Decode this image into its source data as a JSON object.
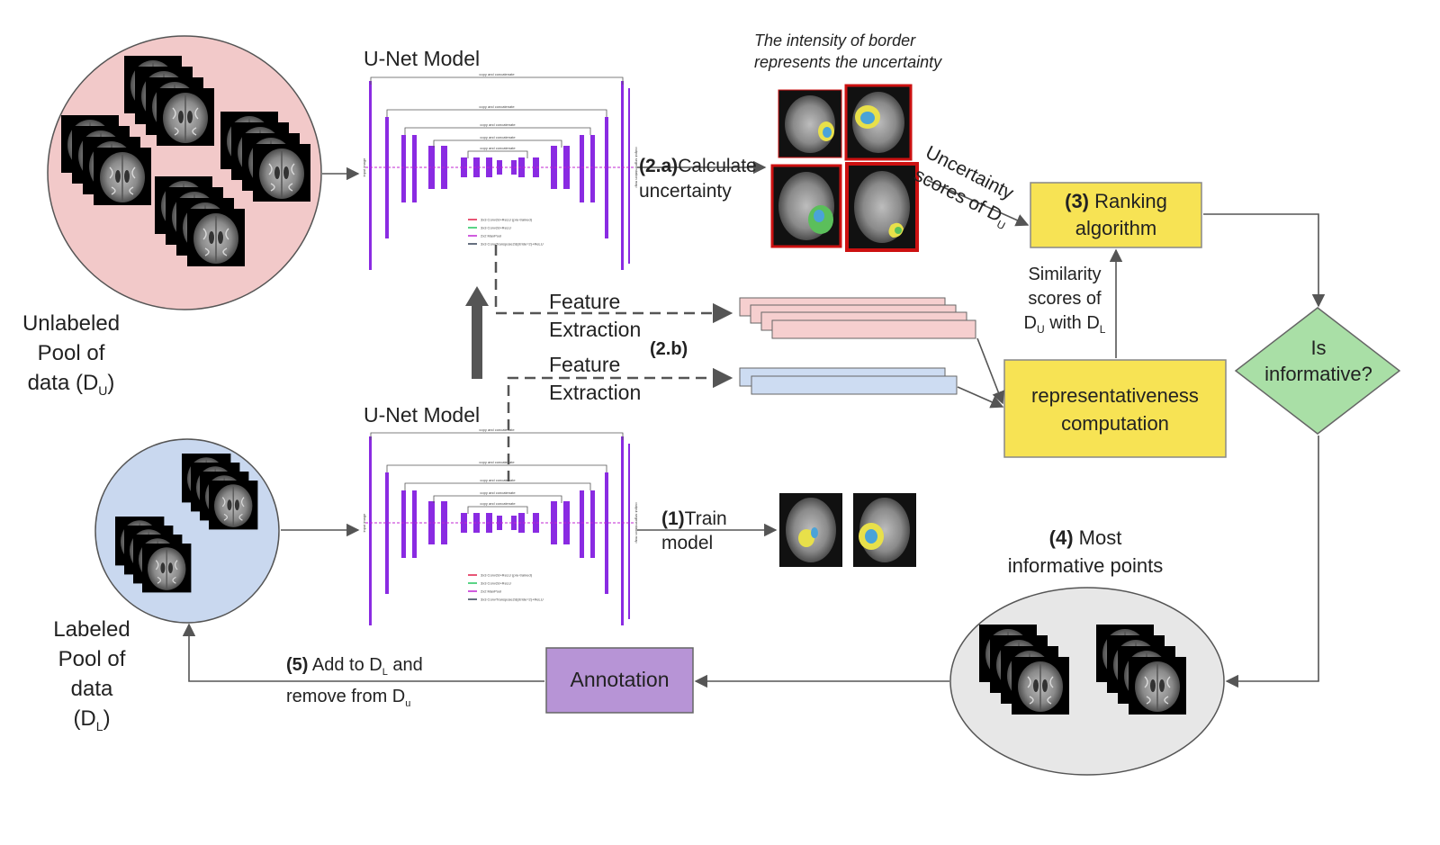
{
  "colors": {
    "unlabeled_pool": "#f2c9c9",
    "labeled_pool": "#c9d8ef",
    "selected_pool": "#e7e7e7",
    "yellow_box": "#f7e354",
    "annotation_box": "#b794d6",
    "diamond": "#a9dfa6",
    "unet_bar": "#8a2be2",
    "uncertainty_border": "#cc1111",
    "feature_pink": "#f6cfcf",
    "feature_blue": "#cddcf2"
  },
  "unet_top": {
    "title": "U-Net Model"
  },
  "unet_bottom": {
    "title": "U-Net Model"
  },
  "unlabeled_pool": {
    "l1": "Unlabeled",
    "l2": "Pool of",
    "l3": "data (D",
    "sub": "U",
    "close": ")"
  },
  "labeled_pool": {
    "l1": "Labeled",
    "l2": "Pool of",
    "l3": "data",
    "l4": "(D",
    "sub": "L",
    "close": ")"
  },
  "border_note": {
    "l1": "The intensity of border",
    "l2": "represents the uncertainty"
  },
  "step_2a": {
    "num": "(2.a)",
    "text": "Calculate",
    "text2": "uncertainty"
  },
  "step_2b": {
    "num": "(2.b)"
  },
  "feature_top": {
    "l1": "Feature",
    "l2": "Extraction"
  },
  "feature_bottom": {
    "l1": "Feature",
    "l2": "Extraction"
  },
  "uncertainty_scores": {
    "l1": "Uncertainty",
    "l2": "scores of D",
    "sub": "U"
  },
  "ranking": {
    "num": "(3)",
    "l1": "Ranking",
    "l2": "algorithm"
  },
  "similarity": {
    "l1": "Similarity",
    "l2": "scores of",
    "l3a": "D",
    "sub1": "U",
    "l3b": " with D",
    "sub2": "L"
  },
  "representativeness": {
    "l1": "representativeness",
    "l2": "computation"
  },
  "decision": {
    "l1": "Is",
    "l2": "informative?"
  },
  "step_1": {
    "num": "(1)",
    "text": "Train",
    "text2": "model"
  },
  "step_4": {
    "num": "(4)",
    "text": "Most",
    "text2": "informative points"
  },
  "annotation": {
    "label": "Annotation"
  },
  "step_5": {
    "num": "(5)",
    "text": "Add to D",
    "sub1": "L",
    "text_b": " and",
    "text2": "remove from D",
    "sub2": "u"
  },
  "unet_legend": [
    "3x3 Conv2d+ReLU (pre-trained)",
    "3x3 Conv2d+ReLU",
    "2x2 MaxPool",
    "3x3 ConvTranspose2d(stride=2)+ReLU"
  ],
  "unet_skip": "copy and concatenate",
  "unet_side": [
    "input image",
    "output segmentation map"
  ]
}
